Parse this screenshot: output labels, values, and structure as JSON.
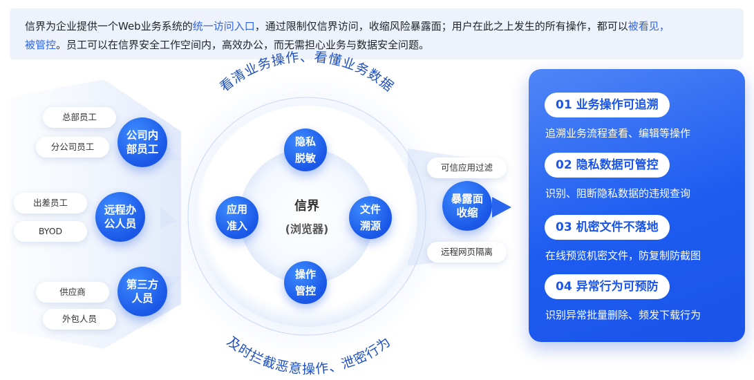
{
  "intro": {
    "seg1": "信界为企业提供一个Web业务系统的",
    "hl1": "统一访问入口",
    "seg2": "，通过限制仅信界访问，收缩风险暴露面；用户在此之上发生的所有操作，都可以",
    "hl2": "被看见，",
    "hl3": "被管控",
    "seg3": "。员工可以在信界安全工作空间内，高效办公，而无需担心业务与数据安全问题。"
  },
  "arcs": {
    "top": "看清业务操作、看懂业务数据",
    "bottom": "及时拦截恶意操作、泄密行为"
  },
  "center": {
    "title": "信界",
    "subtitle": "(浏览器)"
  },
  "nodes": {
    "top": "隐私\n脱敏",
    "left": "应用\n准入",
    "right": "文件\n溯源",
    "bottom": "操作\n管控"
  },
  "groups": [
    {
      "label": "公司内\n部员工",
      "items": [
        "总部员工",
        "分公司员工"
      ]
    },
    {
      "label": "远程办\n公人员",
      "items": [
        "出差员工",
        "BYOD"
      ]
    },
    {
      "label": "第三方\n人员",
      "items": [
        "供应商",
        "外包人员"
      ]
    }
  ],
  "exposure": {
    "label": "暴露面\n收缩",
    "items": [
      "可信应用过滤",
      "远程网页隔离"
    ]
  },
  "features": [
    {
      "title": "01 业务操作可追溯",
      "desc": "追溯业务流程查看、编辑等操作"
    },
    {
      "title": "02 隐私数据可管控",
      "desc": "识别、阻断隐私数据的违规查询"
    },
    {
      "title": "03 机密文件不落地",
      "desc": "在线预览机密文件，防复制防截图"
    },
    {
      "title": "04 异常行为可预防",
      "desc": "识别异常批量删除、频发下载行为"
    }
  ],
  "colors": {
    "primary": "#1a57e6",
    "highlight": "#2f64e8",
    "arc_text": "#1d4fc4"
  }
}
